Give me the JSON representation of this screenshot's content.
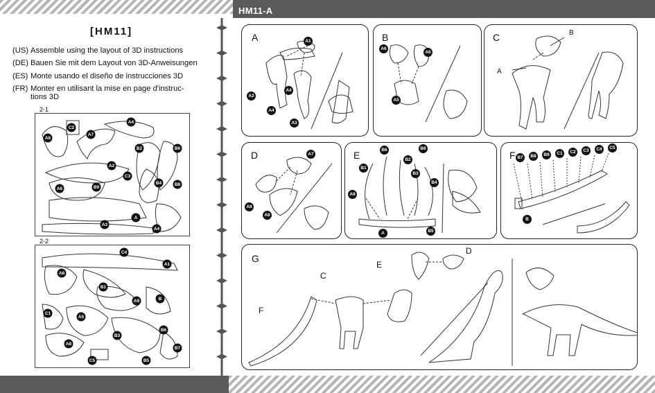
{
  "header": {
    "title": "HM11-A"
  },
  "product": {
    "code": "[HM11]"
  },
  "instructions": [
    {
      "code": "(US)",
      "text": "Assemble using the layout of 3D instructions"
    },
    {
      "code": "(DE)",
      "text": "Bauen Sie mit dem Layout von 3D-Anweisungen"
    },
    {
      "code": "(ES)",
      "text": "Monte usando el diseño de instrucciones 3D"
    },
    {
      "code": "(FR)",
      "text": "Monter en utilisant la mise en page d'instruc-",
      "text2": "tions 3D"
    }
  ],
  "sheets": [
    {
      "label": "2-1",
      "parts": [
        "A6",
        "C2",
        "A7",
        "A4",
        "B2",
        "B6",
        "A2",
        "C3",
        "A6",
        "B9",
        "B4",
        "B8",
        "A",
        "A3",
        "A4"
      ]
    },
    {
      "label": "2-2",
      "parts": [
        "C4",
        "A1",
        "A8",
        "B1",
        "A9",
        "B",
        "C1",
        "A5",
        "B3",
        "B6",
        "A8",
        "C5",
        "B5",
        "B7"
      ]
    }
  ],
  "steps": {
    "A": {
      "label": "A",
      "callouts": [
        "A1",
        "A2",
        "A4",
        "A4",
        "A3"
      ]
    },
    "B": {
      "label": "B",
      "callouts": [
        "A6",
        "A6",
        "A5"
      ]
    },
    "C": {
      "label": "C",
      "words": [
        "B",
        "A"
      ]
    },
    "D": {
      "label": "D",
      "callouts": [
        "A7",
        "A8",
        "A8"
      ]
    },
    "E": {
      "label": "E",
      "callouts": [
        "B6",
        "B6",
        "B1",
        "B2",
        "B3",
        "A9",
        "B4",
        "B5",
        "A"
      ]
    },
    "F": {
      "label": "F",
      "callouts": [
        "B7",
        "B8",
        "B9",
        "C1",
        "C2",
        "C3",
        "C4",
        "C5",
        "B"
      ]
    },
    "G": {
      "label": "G",
      "words": [
        "D",
        "E",
        "C",
        "F"
      ]
    }
  },
  "colors": {
    "bar_dark": "#5a5a5a",
    "stripe": "#b5b5b5",
    "ink": "#111111"
  }
}
